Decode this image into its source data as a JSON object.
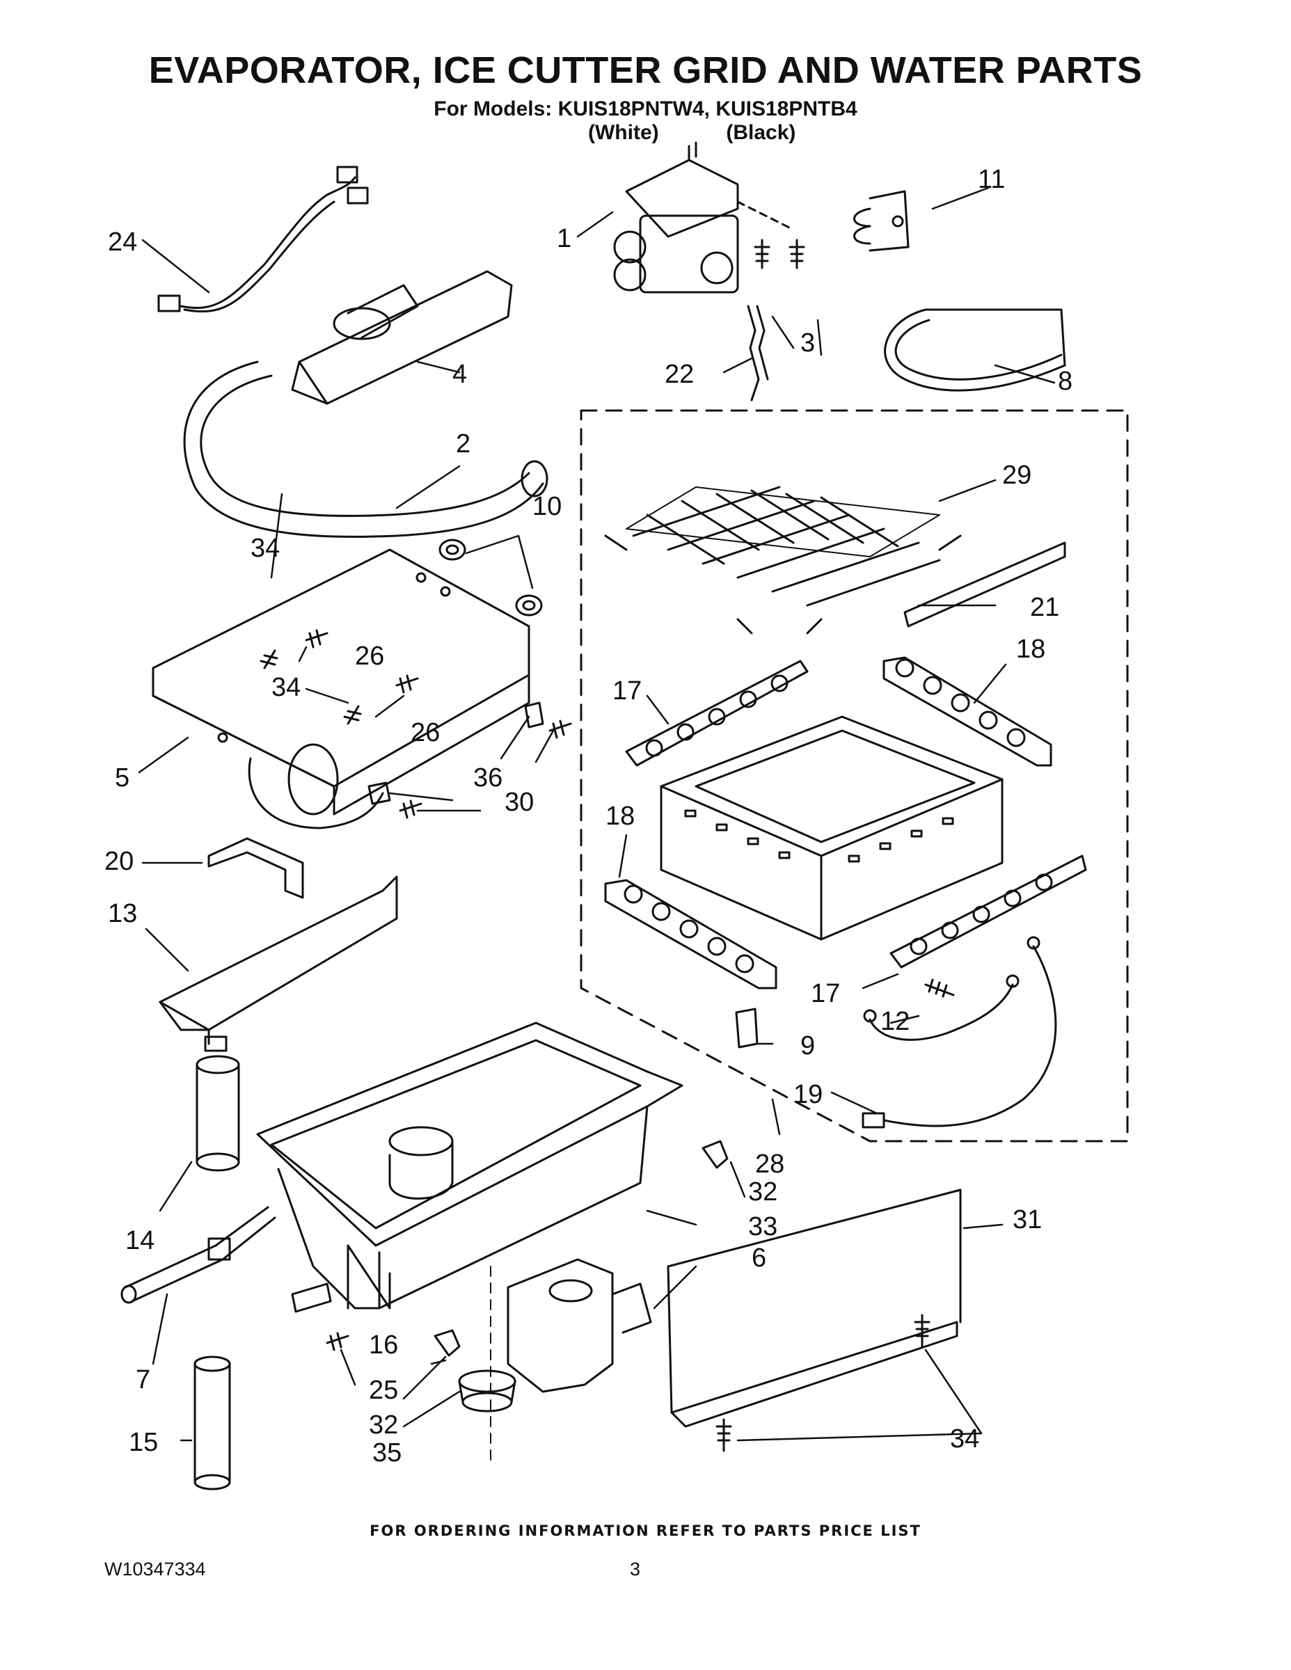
{
  "header": {
    "title": "EVAPORATOR, ICE CUTTER GRID AND WATER PARTS",
    "models_line": "For Models: KUIS18PNTW4, KUIS18PNTB4",
    "variant_white": "(White)",
    "variant_black": "(Black)"
  },
  "callouts": {
    "c1": "1",
    "c2": "2",
    "c3": "3",
    "c4": "4",
    "c5": "5",
    "c6": "6",
    "c7": "7",
    "c8": "8",
    "c9": "9",
    "c10": "10",
    "c11": "11",
    "c12": "12",
    "c13": "13",
    "c14": "14",
    "c15": "15",
    "c16": "16",
    "c17a": "17",
    "c17b": "17",
    "c18a": "18",
    "c18b": "18",
    "c19": "19",
    "c20": "20",
    "c21": "21",
    "c22": "22",
    "c24": "24",
    "c25": "25",
    "c26a": "26",
    "c26b": "26",
    "c28": "28",
    "c29": "29",
    "c30": "30",
    "c31": "31",
    "c32a": "32",
    "c32b": "32",
    "c33": "33",
    "c34a": "34",
    "c34b": "34",
    "c34c": "34",
    "c35": "35",
    "c36": "36"
  },
  "footer": {
    "ordering_note": "FOR ORDERING INFORMATION REFER TO PARTS PRICE LIST",
    "document_number": "W10347334",
    "page_number": "3"
  }
}
